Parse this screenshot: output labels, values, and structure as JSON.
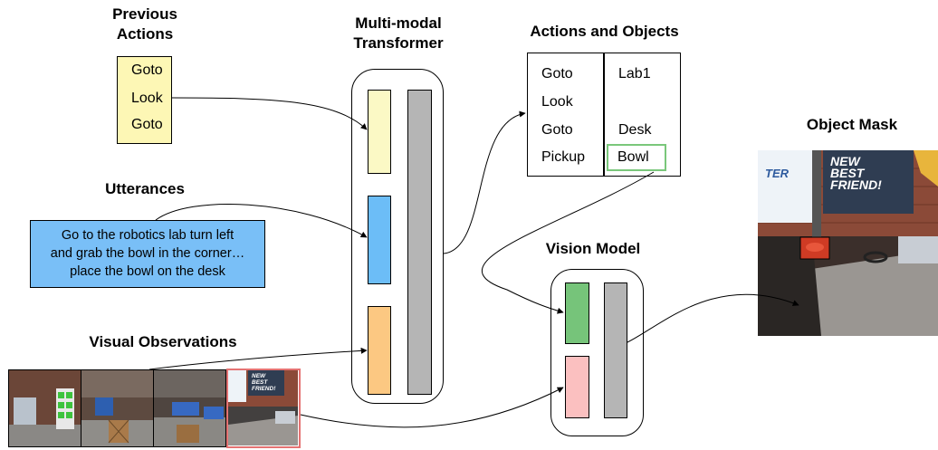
{
  "headings": {
    "previous_actions": [
      "Previous",
      "Actions"
    ],
    "transformer": [
      "Multi-modal",
      "Transformer"
    ],
    "actions_objects": "Actions and Objects",
    "object_mask": "Object Mask",
    "utterances": "Utterances",
    "vision_model": "Vision Model",
    "visual_observations": "Visual Observations"
  },
  "previous_actions": [
    "Goto",
    "Look",
    "Goto"
  ],
  "utterance_lines": [
    "Go to the robotics lab turn left",
    "and grab the bowl in the corner…",
    "place the bowl on the desk"
  ],
  "actions_table": {
    "actions": [
      "Goto",
      "Look",
      "Goto",
      "Pickup"
    ],
    "objects": [
      "Lab1",
      "",
      "Desk",
      "Bowl"
    ],
    "highlighted_object": "Bowl"
  },
  "mask_poster_text": [
    "NEW",
    "BEST",
    "FRIEND!"
  ],
  "mask_whiteboard_text": "TER",
  "thumb_poster_text": [
    "NEW",
    "BEST",
    "FRIEND!"
  ],
  "colors": {
    "previous_actions": "#fdf7b5",
    "utterance": "#79bff7",
    "actions_token": "#fbf9c5",
    "utterance_token": "#6cbdf7",
    "visual_token": "#fcc882",
    "transformer_bar": "#b5b5b5",
    "vision_green": "#76c47a",
    "vision_pink": "#fbc0c0",
    "highlight_green": "#7ac77b",
    "highlight_red": "#e57373"
  }
}
